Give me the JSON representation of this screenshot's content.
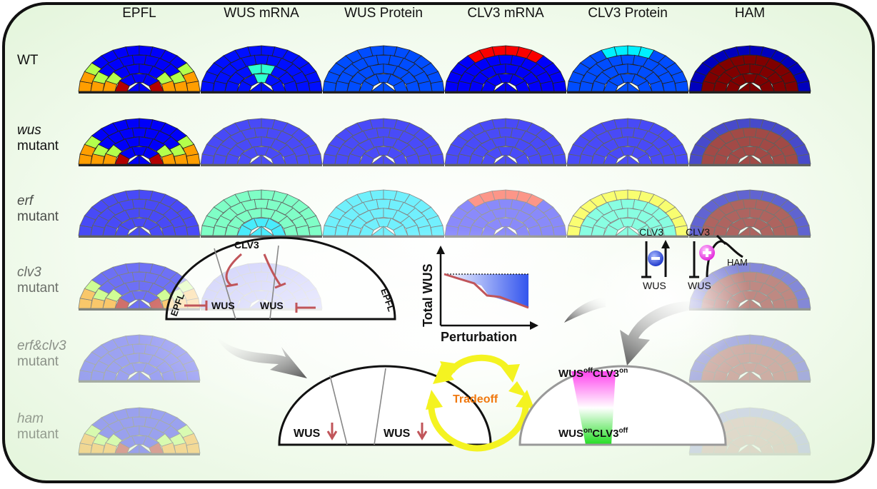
{
  "columns": [
    "EPFL",
    "WUS mRNA",
    "WUS Protein",
    "CLV3 mRNA",
    "CLV3 Protein",
    "HAM"
  ],
  "rows": [
    {
      "italic": "",
      "line1": "WT",
      "line2": ""
    },
    {
      "italic": "wus",
      "line1": "",
      "line2": "mutant"
    },
    {
      "italic": "erf",
      "line1": "",
      "line2": "mutant"
    },
    {
      "italic": "clv3",
      "line1": "",
      "line2": "mutant"
    },
    {
      "italic": "erf&clv3",
      "line1": "",
      "line2": "mutant"
    },
    {
      "italic": "ham",
      "line1": "",
      "line2": "mutant"
    }
  ],
  "model_left": {
    "clv3": "CLV3",
    "epfl_left": "EPFL",
    "epfl_right": "EPFL",
    "wus_left": "WUS",
    "wus_right": "WUS"
  },
  "model_bottom": {
    "wus_left": "WUS",
    "wus_right": "WUS"
  },
  "inset_chart": {
    "ylabel": "Total WUS",
    "xlabel": "Perturbation"
  },
  "tradeoff": "Tradeoff",
  "zone": {
    "top_wus": "WUS",
    "top_wus_sup": "off",
    "top_clv3": "CLV3",
    "top_clv3_sup": "on",
    "bot_wus": "WUS",
    "bot_wus_sup": "on",
    "bot_clv3": "CLV3",
    "bot_clv3_sup": "off"
  },
  "reg": {
    "clv3_a": "CLV3",
    "wus_a": "WUS",
    "clv3_b": "CLV3",
    "wus_b": "WUS",
    "ham": "HAM"
  },
  "colors": {
    "frame": "#111111",
    "background": "#e9f7e2",
    "repress": "#c0555a",
    "tradeoff": "#f0780f",
    "arrow": "#f4f321"
  }
}
